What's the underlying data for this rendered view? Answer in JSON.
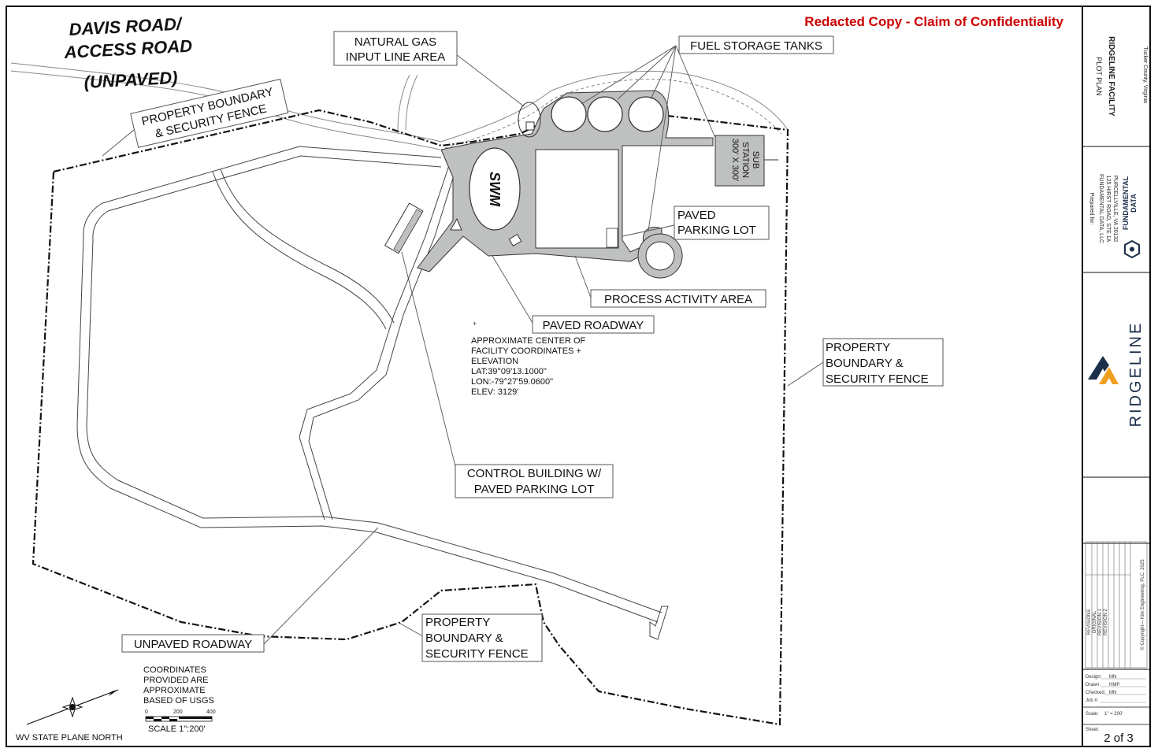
{
  "header": {
    "redacted_notice": "Redacted Copy - Claim of Confidentiality"
  },
  "plan_labels": {
    "davis_road_line1": "DAVIS ROAD/",
    "davis_road_line2": "ACCESS ROAD",
    "unpaved": "(UNPAVED)",
    "natural_gas_line1": "NATURAL GAS",
    "natural_gas_line2": "INPUT LINE AREA",
    "fuel_storage": "FUEL STORAGE TANKS",
    "property_boundary_nw_line1": "PROPERTY BOUNDARY",
    "property_boundary_nw_line2": "& SECURITY FENCE",
    "swm": "SWM",
    "sub_station_line1": "SUB",
    "sub_station_line2": "STATION",
    "sub_station_line3": "300' X 300'",
    "paved_parking_line1": "PAVED",
    "paved_parking_line2": "PARKING LOT",
    "process_activity": "PROCESS ACTIVITY AREA",
    "paved_roadway": "PAVED ROADWAY",
    "center_line1": "APPROXIMATE CENTER OF",
    "center_line2": "FACILITY COORDINATES +",
    "center_line3": "ELEVATION",
    "lat": "LAT:39°09'13.1000\"",
    "lon": "LON:-79°27'59.0600\"",
    "elev": "ELEV: 3129'",
    "property_boundary_e_line1": "PROPERTY",
    "property_boundary_e_line2": "BOUNDARY &",
    "property_boundary_e_line3": "SECURITY FENCE",
    "control_building_line1": "CONTROL BUILDING W/",
    "control_building_line2": "PAVED PARKING LOT",
    "unpaved_roadway": "UNPAVED ROADWAY",
    "property_boundary_s_line1": "PROPERTY",
    "property_boundary_s_line2": "BOUNDARY &",
    "property_boundary_s_line3": "SECURITY FENCE",
    "coords_note_line1": "COORDINATES",
    "coords_note_line2": "PROVIDED ARE",
    "coords_note_line3": "APPROXIMATE",
    "coords_note_line4": "BASED OF USGS",
    "scale_tick0": "0",
    "scale_tick1": "200",
    "scale_tick2": "400",
    "scale_text": "SCALE 1\":200'",
    "north_label": "WV STATE PLANE NORTH"
  },
  "title_block": {
    "location": "Tucker County, Virginia",
    "plan_type": "PLOT PLAN",
    "facility": "RIDGELINE FACILITY",
    "prepared_for": "Prepared for:",
    "company": "FUNDAMENTAL DATA, LLC",
    "address1": "125 HIRST ROAD, STE 1A",
    "address2": "PURCELLVILLE, VA 20132",
    "fd_logo_line1": "FUNDAMENTAL",
    "fd_logo_line2": "DATA",
    "ridgeline_logo": "RIDGELINE",
    "revisions_header": "REVISIONS",
    "rev_row1": "ORIGINAL",
    "rev_row2": "REVISION 1",
    "rev_row3": "REVISION 2",
    "copyright": "© Copyright— Kirk Engineering, PLC. 2025",
    "design_label": "Design:",
    "design_value": "MN",
    "drawn_label": "Drawn:",
    "drawn_value": "HMP",
    "checked_label": "Checked:",
    "checked_value": "MN",
    "job_label": "Job #:",
    "job_value": "",
    "scale_label": "Scale:",
    "scale_value": "1\" = 200'",
    "sheet_label": "Sheet:",
    "sheet_value": "2 of 3"
  },
  "colors": {
    "notice_red": "#cc0000",
    "paved_fill": "#bfc1c1",
    "line": "#222222",
    "logo_orange": "#f0a020",
    "logo_navy": "#1c2f4a"
  }
}
